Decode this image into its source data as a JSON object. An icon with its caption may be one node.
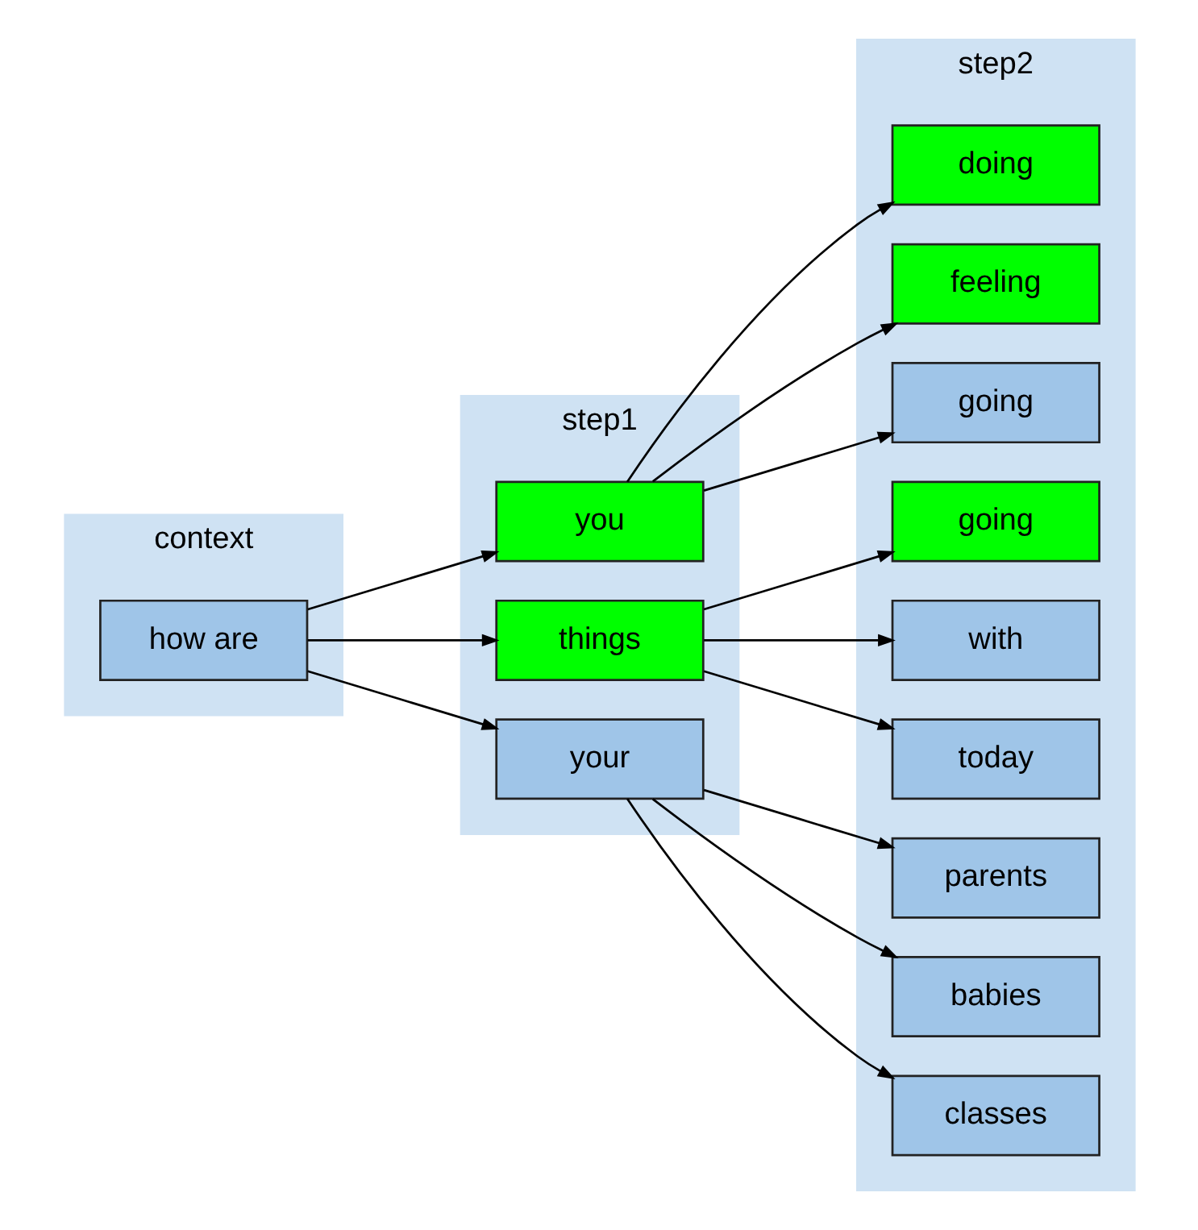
{
  "diagram": {
    "nodes": [
      {
        "text": [
          "context"
        ]
      },
      {
        "text": [
          "how are"
        ],
        "in": 0
      },
      {
        "text": [
          "step1"
        ]
      },
      {
        "text": [
          "you"
        ],
        "in": 2
      },
      {
        "text": [
          "things"
        ],
        "in": 2
      },
      {
        "text": [
          "your"
        ],
        "in": 2
      },
      {
        "text": [
          "step2"
        ]
      },
      {
        "text": [
          "doing"
        ],
        "in": 6
      },
      {
        "text": [
          "feeling"
        ],
        "in": 6
      },
      {
        "text": [
          "going"
        ],
        "in": 6
      },
      {
        "text": [
          "going"
        ],
        "in": 6
      },
      {
        "text": [
          "with"
        ],
        "in": 6
      },
      {
        "text": [
          "today"
        ],
        "in": 6
      },
      {
        "text": [
          "parents"
        ],
        "in": 6
      },
      {
        "text": [
          "babies"
        ],
        "in": 6
      },
      {
        "text": [
          "classes"
        ],
        "in": 6
      }
    ],
    "edges": [
      {
        "from": 1,
        "to": 3,
        "arrow": "to"
      },
      {
        "from": 1,
        "to": 4,
        "arrow": "to"
      },
      {
        "from": 1,
        "to": 5,
        "arrow": "to"
      },
      {
        "from": 3,
        "to": 7,
        "arrow": "to"
      },
      {
        "from": 3,
        "to": 8,
        "arrow": "to"
      },
      {
        "from": 3,
        "to": 9,
        "arrow": "to"
      },
      {
        "from": 4,
        "to": 10,
        "arrow": "to"
      },
      {
        "from": 4,
        "to": 11,
        "arrow": "to"
      },
      {
        "from": 4,
        "to": 12,
        "arrow": "to"
      },
      {
        "from": 5,
        "to": 13,
        "arrow": "to"
      },
      {
        "from": 5,
        "to": 14,
        "arrow": "to"
      },
      {
        "from": 5,
        "to": 15,
        "arrow": "to"
      }
    ]
  }
}
